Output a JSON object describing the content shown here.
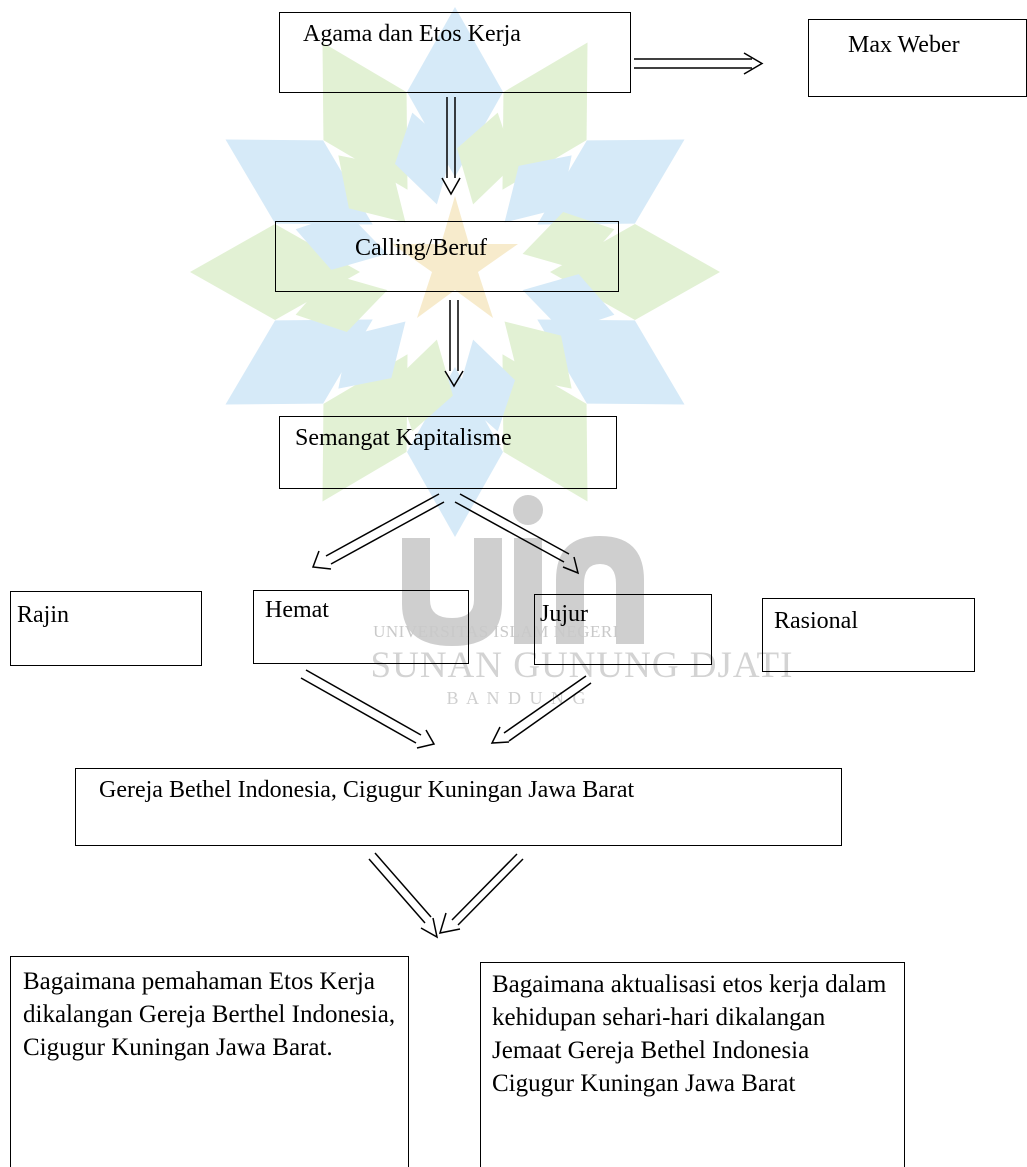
{
  "watermark": {
    "line1": "UNIVERSITAS ISLAM NEGERI",
    "line2": "SUNAN GUNUNG DJATI",
    "line3": "B A N D U N G"
  },
  "nodes": {
    "agama": "Agama dan Etos Kerja",
    "weber": "Max Weber",
    "calling": "Calling/Beruf",
    "semangat": "Semangat Kapitalisme",
    "rajin": "Rajin",
    "hemat": "Hemat",
    "jujur": "Jujur",
    "rasional": "Rasional",
    "gereja": "Gereja Bethel Indonesia, Cigugur Kuningan Jawa Barat",
    "q1": "Bagaimana pemahaman Etos Kerja dikalangan Gereja Berthel Indonesia, Cigugur Kuningan Jawa Barat.",
    "q2": "Bagaimana aktualisasi etos kerja dalam kehidupan sehari-hari dikalangan Jemaat Gereja Bethel Indonesia Cigugur Kuningan Jawa Barat"
  },
  "colors": {
    "watermark_blue": "#d6eaf8",
    "watermark_green": "#e2f1d4",
    "watermark_star": "#f7ebcc",
    "watermark_grey": "#c9c9c9"
  }
}
